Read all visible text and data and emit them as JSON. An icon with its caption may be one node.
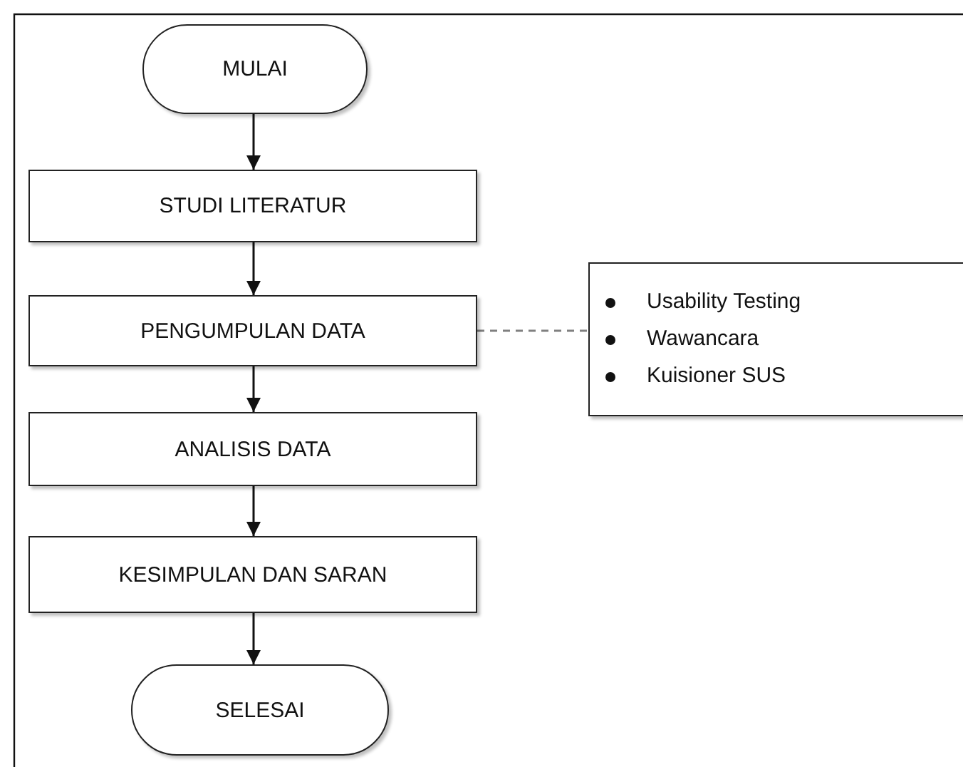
{
  "diagram": {
    "nodes": [
      {
        "text": [
          "MULAI"
        ]
      },
      {
        "text": [
          "STUDI LITERATUR"
        ]
      },
      {
        "text": [
          "PENGUMPULAN DATA"
        ]
      },
      {
        "text": [
          "ANALISIS DATA"
        ]
      },
      {
        "text": [
          "KESIMPULAN DAN SARAN"
        ]
      },
      {
        "text": [
          "SELESAI"
        ]
      },
      {
        "text": [
          "Usability Testing",
          "Wawancara",
          "Kuisioner SUS"
        ]
      }
    ],
    "edges": [
      {
        "from": 0,
        "to": 1,
        "arrow": "to"
      },
      {
        "from": 1,
        "to": 2,
        "arrow": "to"
      },
      {
        "from": 2,
        "to": 3,
        "arrow": "to"
      },
      {
        "from": 3,
        "to": 4,
        "arrow": "to"
      },
      {
        "from": 4,
        "to": 5,
        "arrow": "to"
      },
      {
        "from": 2,
        "to": 6,
        "arrow": "none",
        "style": "dashed",
        "color": "#808080"
      }
    ]
  }
}
